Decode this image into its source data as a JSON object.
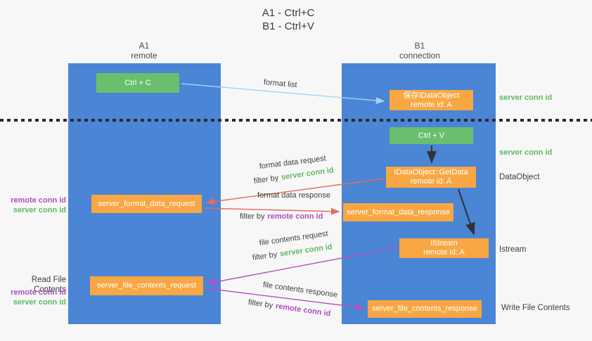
{
  "title": {
    "line1": "A1 - Ctrl+C",
    "line2": "B1 - Ctrl+V"
  },
  "lanes": {
    "a": {
      "title": "A1",
      "subtitle": "remote"
    },
    "b": {
      "title": "B1",
      "subtitle": "connection"
    }
  },
  "nodes": {
    "ctrl_c": {
      "label": "Ctrl + C"
    },
    "save_dataobject": {
      "line1": "保存IDataObject",
      "line2": "remote id: A"
    },
    "ctrl_v": {
      "label": "Ctrl + V"
    },
    "getdata": {
      "line1": "IDataObject::GetData",
      "line2": "remote id: A"
    },
    "format_request": {
      "label": "server_format_data_request"
    },
    "format_response": {
      "label": "server_format_data_response"
    },
    "istream": {
      "line1": "IStream",
      "line2": "remote id: A"
    },
    "file_request": {
      "label": "server_file_contents_request"
    },
    "file_response": {
      "label": "server_file_contents_response"
    }
  },
  "terms": {
    "server_conn_id": "server conn id",
    "remote_conn_id": "remote conn id",
    "filter_by": "filter by"
  },
  "edge_labels": {
    "format_list": "format list",
    "format_data_request": "format data request",
    "format_data_response": "format data response",
    "file_contents_request": "file contents request",
    "file_contents_response": "file contents response"
  },
  "side_labels": {
    "left": {
      "read_file_contents": "Read File Contents"
    },
    "right": {
      "dataobject": "DataObject",
      "istream": "Istream",
      "write_file_contents": "Write File Contents"
    }
  },
  "colors": {
    "lane_blue": "#4a85d6",
    "box_green": "#6abf6e",
    "box_orange": "#f8a743",
    "arrow_blue": "#a6d3ef",
    "arrow_red": "#e8695c",
    "arrow_purple": "#b94fc6",
    "arrow_black": "#333333",
    "text_green": "#5cba60",
    "text_purple": "#b14cc4",
    "divider_black": "#2a2a2a",
    "background": "#f7f7f7"
  }
}
